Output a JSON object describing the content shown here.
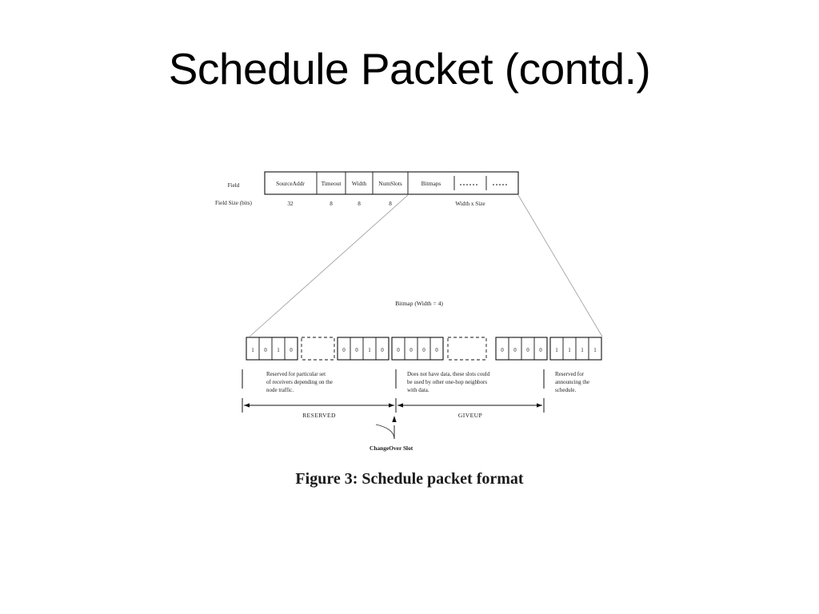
{
  "slide": {
    "title": "Schedule Packet (contd.)"
  },
  "figure": {
    "caption": "Figure 3: Schedule packet format",
    "row_labels": {
      "field": "Field",
      "field_size": "Field Size (bits)"
    },
    "header_fields": [
      {
        "name": "SourceAddr",
        "size": "32"
      },
      {
        "name": "Timeout",
        "size": "8"
      },
      {
        "name": "Width",
        "size": "8"
      },
      {
        "name": "NumSlots",
        "size": "8"
      },
      {
        "name": "Bitmaps",
        "size": "Width x Size"
      }
    ],
    "bitmap_title": "Bitmap (Width = 4)",
    "bitmap_groups": [
      {
        "bits": [
          "1",
          "0",
          "1",
          "0"
        ]
      },
      {
        "bits": [
          "0",
          "0",
          "1",
          "0"
        ]
      },
      {
        "bits": [
          "0",
          "0",
          "0",
          "0"
        ]
      },
      {
        "bits": [
          "0",
          "0",
          "0",
          "0"
        ]
      },
      {
        "bits": [
          "1",
          "1",
          "1",
          "1"
        ]
      }
    ],
    "notes": [
      {
        "lines": [
          "Reserved for particular set",
          "of receivers depending on the",
          "node traffic."
        ]
      },
      {
        "lines": [
          "Does not have data, these slots could",
          "be used by other one-hop neighbors",
          "with data."
        ]
      },
      {
        "lines": [
          "Reserved for",
          "announcing the",
          "schedule."
        ]
      }
    ],
    "spans": [
      {
        "label": "RESERVED"
      },
      {
        "label": "GIVEUP"
      }
    ],
    "changeover_label": "ChangeOver Slot"
  }
}
